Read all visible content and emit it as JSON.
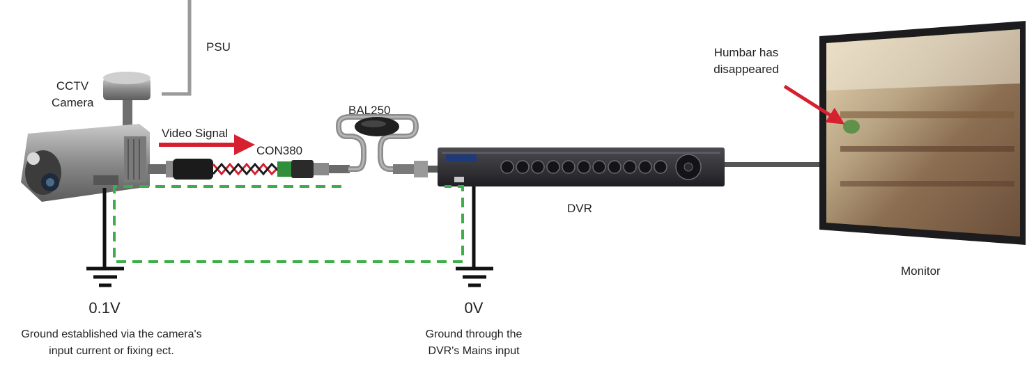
{
  "labels": {
    "psu": "PSU",
    "cctv_camera_line1": "CCTV",
    "cctv_camera_line2": "Camera",
    "video_signal": "Video Signal",
    "con380": "CON380",
    "bal250": "BAL250",
    "dvr": "DVR",
    "monitor": "Monitor",
    "humbar_line1": "Humbar has",
    "humbar_line2": "disappeared"
  },
  "ground_left": {
    "voltage": "0.1V",
    "note_line1": "Ground established via the camera's",
    "note_line2": "input current or fixing ect."
  },
  "ground_right": {
    "voltage": "0V",
    "note_line1": "Ground through the",
    "note_line2": "DVR's Mains input"
  },
  "colors": {
    "arrow_red": "#d6202f",
    "ground_path_green": "#3dae49",
    "cable_grey": "#8c8c8c",
    "dvr_body": "#2a2a2e",
    "monitor_frame": "#1c1c1e"
  },
  "icons": [
    "camera-icon",
    "psu-icon",
    "balun-icon",
    "connector-icon",
    "dvr-icon",
    "monitor-icon",
    "ground-symbol-icon",
    "arrow-icon"
  ]
}
